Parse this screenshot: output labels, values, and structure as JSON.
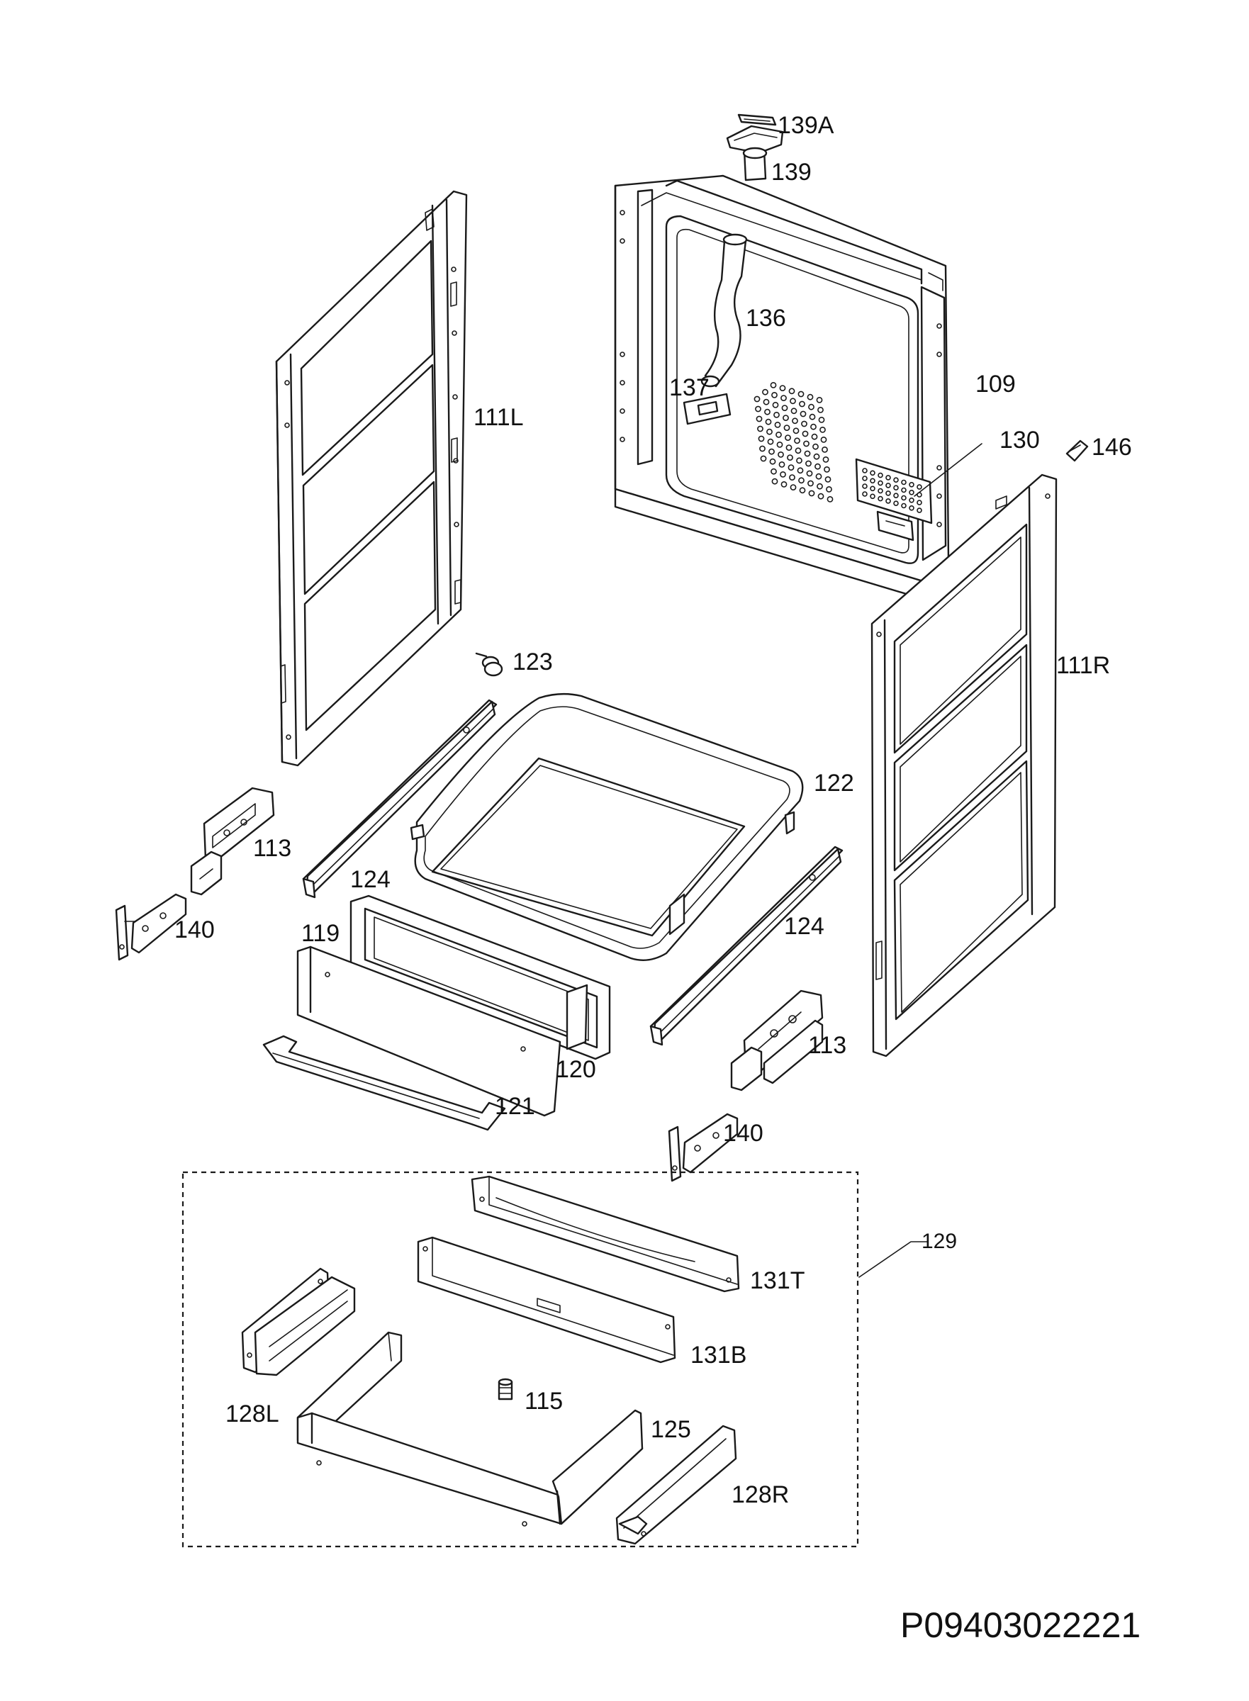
{
  "diagram": {
    "drawing_code": "P09403022221",
    "part_labels": {
      "p139A": "139A",
      "p139": "139",
      "p136": "136",
      "p137": "137",
      "p109": "109",
      "p130": "130",
      "p146": "146",
      "p111L": "111L",
      "p111R": "111R",
      "p123": "123",
      "p122": "122",
      "p113_left": "113",
      "p113_right": "113",
      "p124_left": "124",
      "p124_right": "124",
      "p140_left": "140",
      "p140_right": "140",
      "p119": "119",
      "p120": "120",
      "p121": "121",
      "p129": "129",
      "p131T": "131T",
      "p131B": "131B",
      "p128L": "128L",
      "p115": "115",
      "p125": "125",
      "p128R": "128R"
    }
  }
}
